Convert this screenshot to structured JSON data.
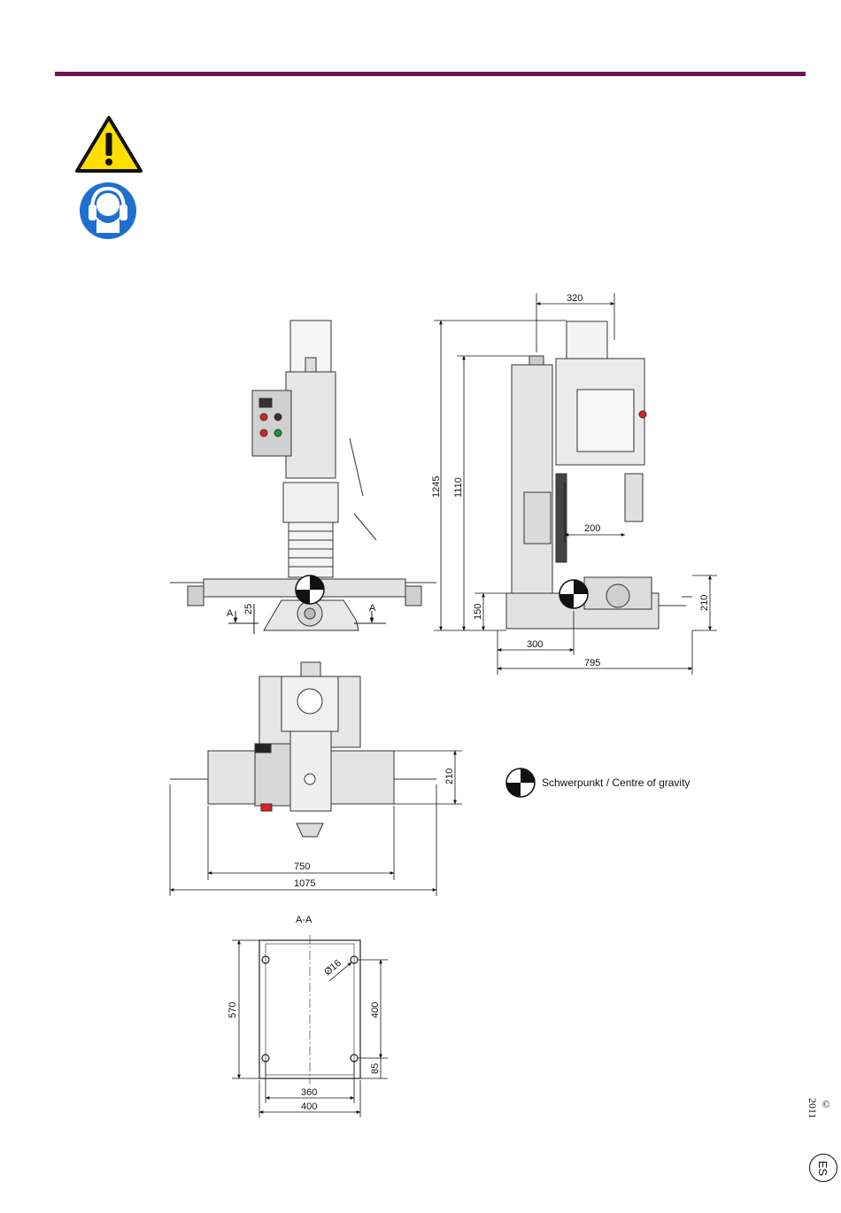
{
  "header": {
    "accent_color": "#6e1556"
  },
  "icons": {
    "warning": "warning-triangle-icon",
    "ear_protection": "ear-protection-icon"
  },
  "colors": {
    "warning_yellow": "#ffde00",
    "mandatory_blue": "#1f6fd0"
  },
  "drawing": {
    "front": {
      "dim_25": "25",
      "section_mark": "A"
    },
    "side": {
      "dim_320": "320",
      "dim_1245": "1245",
      "dim_1110": "1110",
      "dim_200": "200",
      "dim_150": "150",
      "dim_210": "210",
      "dim_300": "300",
      "dim_795": "795"
    },
    "top": {
      "dim_210": "210",
      "dim_750": "750",
      "dim_1075": "1075"
    },
    "section": {
      "title": "A-A",
      "dim_hole": "Ø16",
      "dim_570": "570",
      "dim_400_v": "400",
      "dim_85": "85",
      "dim_360": "360",
      "dim_400_h": "400"
    }
  },
  "legend": {
    "label": "Schwerpunkt / Centre of gravity"
  },
  "footer": {
    "copyright": "© 2011",
    "language": "ES"
  }
}
